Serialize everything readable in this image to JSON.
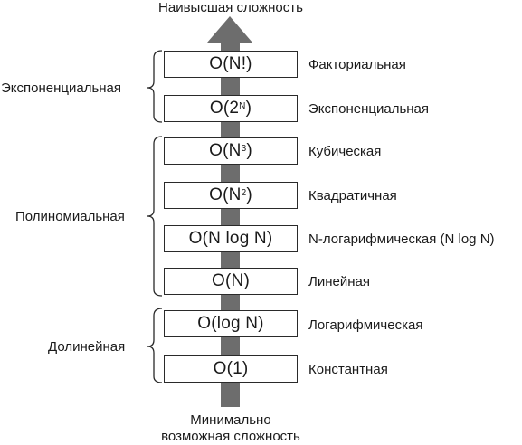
{
  "top_caption": "Наивысшая сложность",
  "bottom_caption_line1": "Минимально",
  "bottom_caption_line2": "возможная сложность",
  "groups": {
    "exponential": "Экспоненциальная",
    "polynomial": "Полиномиальная",
    "sublinear": "Долинейная"
  },
  "levels": [
    {
      "prefix": "O(N!)",
      "sup": "",
      "suffix": "",
      "label": "Факториальная"
    },
    {
      "prefix": "O(2",
      "sup": "N",
      "suffix": ")",
      "label": "Экспоненциальная"
    },
    {
      "prefix": "O(N",
      "sup": "3",
      "suffix": ")",
      "label": "Кубическая"
    },
    {
      "prefix": "O(N",
      "sup": "2",
      "suffix": ")",
      "label": "Квадратичная"
    },
    {
      "prefix": "O(N log N)",
      "sup": "",
      "suffix": "",
      "label": "N-логарифмическая (N log N)"
    },
    {
      "prefix": "O(N)",
      "sup": "",
      "suffix": "",
      "label": "Линейная"
    },
    {
      "prefix": "O(log N)",
      "sup": "",
      "suffix": "",
      "label": "Логарифмическая"
    },
    {
      "prefix": "O(1)",
      "sup": "",
      "suffix": "",
      "label": "Константная"
    }
  ],
  "colors": {
    "arrow": "#6d6d6d",
    "border": "#2a2a2a",
    "text": "#1a1a1a"
  }
}
